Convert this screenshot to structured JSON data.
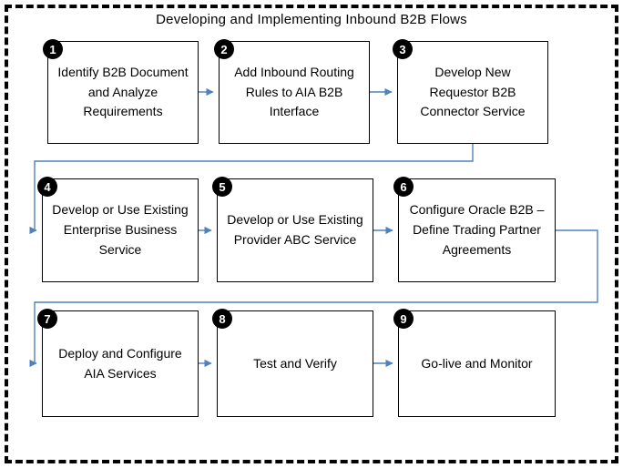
{
  "title": "Developing and Implementing Inbound  B2B Flows",
  "colors": {
    "arrow": "#4f81bd",
    "box_border": "#000000",
    "badge_background": "#000000",
    "badge_text": "#ffffff"
  },
  "steps": [
    {
      "num": "1",
      "label": "Identify B2B Document and Analyze Requirements"
    },
    {
      "num": "2",
      "label": "Add Inbound Routing Rules to AIA B2B Interface"
    },
    {
      "num": "3",
      "label": "Develop New Requestor B2B Connector Service"
    },
    {
      "num": "4",
      "label": "Develop or Use Existing Enterprise Business Service"
    },
    {
      "num": "5",
      "label": "Develop or Use Existing Provider ABC Service"
    },
    {
      "num": "6",
      "label": "Configure Oracle B2B – Define Trading Partner Agreements"
    },
    {
      "num": "7",
      "label": "Deploy and Configure AIA Services"
    },
    {
      "num": "8",
      "label": "Test and Verify"
    },
    {
      "num": "9",
      "label": "Go-live and Monitor"
    }
  ]
}
